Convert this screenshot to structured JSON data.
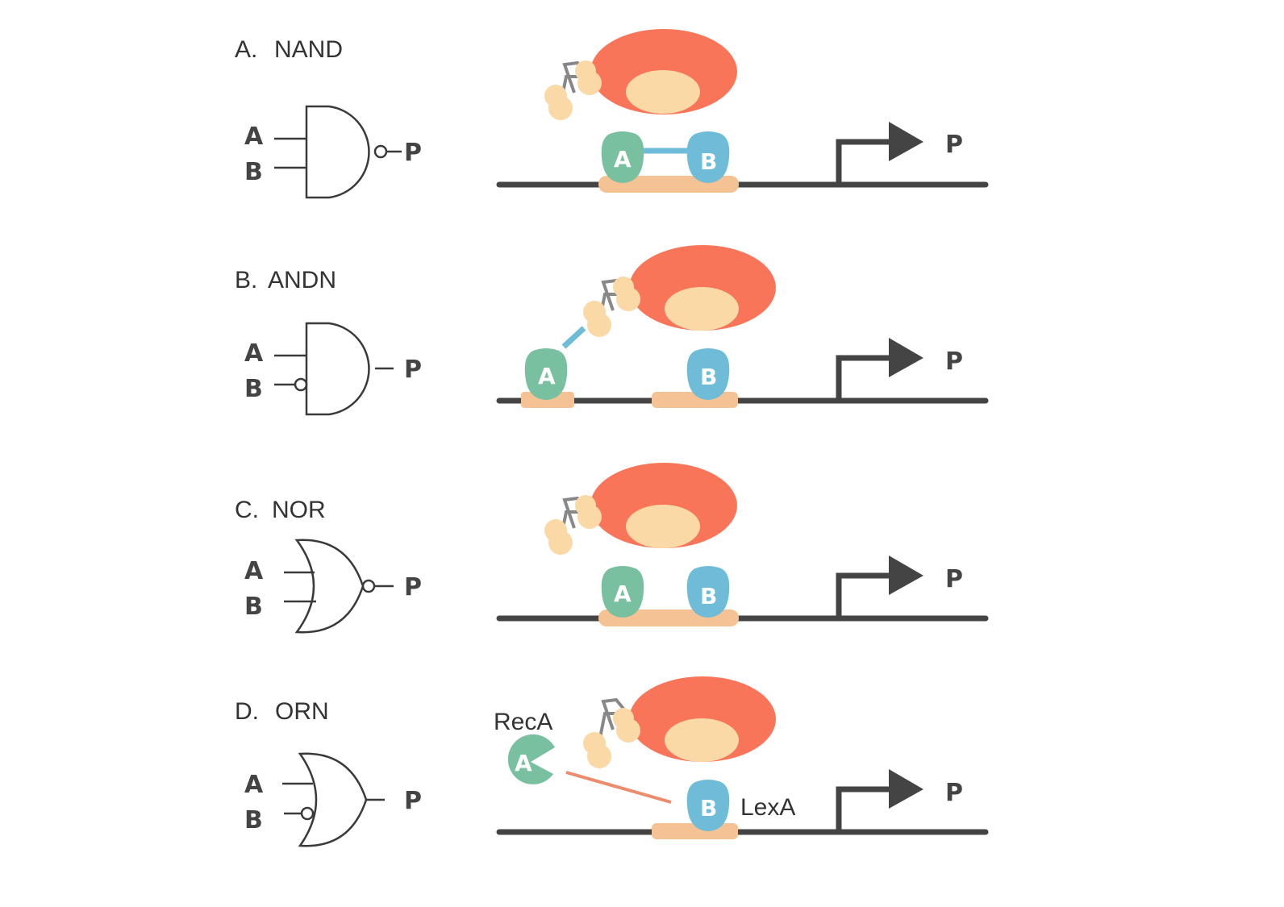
{
  "panels": [
    {
      "letter": "A.",
      "name": "NAND",
      "in_a": "A",
      "in_b": "B",
      "out": "P",
      "prot_a": "A",
      "prot_b": "B",
      "promoter": "P"
    },
    {
      "letter": "B.",
      "name": "ANDN",
      "in_a": "A",
      "in_b": "B",
      "out": "P",
      "prot_a": "A",
      "prot_b": "B",
      "promoter": "P"
    },
    {
      "letter": "C.",
      "name": "NOR",
      "in_a": "A",
      "in_b": "B",
      "out": "P",
      "prot_a": "A",
      "prot_b": "B",
      "promoter": "P"
    },
    {
      "letter": "D.",
      "name": "ORN",
      "in_a": "A",
      "in_b": "B",
      "out": "P",
      "prot_a": "A",
      "prot_b": "B",
      "promoter": "P",
      "label_a": "RecA",
      "label_b": "LexA"
    }
  ],
  "colors": {
    "polymerase": "#f97559",
    "polymerase_inner": "#fbd9a6",
    "protein_a": "#78c0a0",
    "protein_b": "#6ebcd8",
    "operator": "#f5c293",
    "dna": "#444444",
    "link_blue": "#6ebcd8",
    "link_salmon": "#ec8c6c"
  }
}
